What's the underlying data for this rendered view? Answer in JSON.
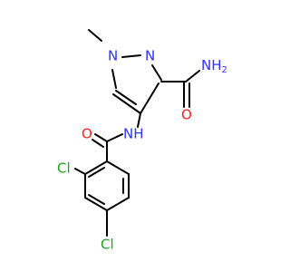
{
  "molecule": {
    "atoms": {
      "n1": "N",
      "n2": "N",
      "nh2": "NH",
      "nh2_sub": "2",
      "o_amide": "O",
      "nh": "NH",
      "o_benz": "O",
      "cl_2": "Cl",
      "cl_4": "Cl"
    },
    "colors": {
      "bond": "#000000",
      "nitrogen": "#3030ff",
      "oxygen": "#ff2020",
      "chlorine": "#1fa01f"
    }
  }
}
